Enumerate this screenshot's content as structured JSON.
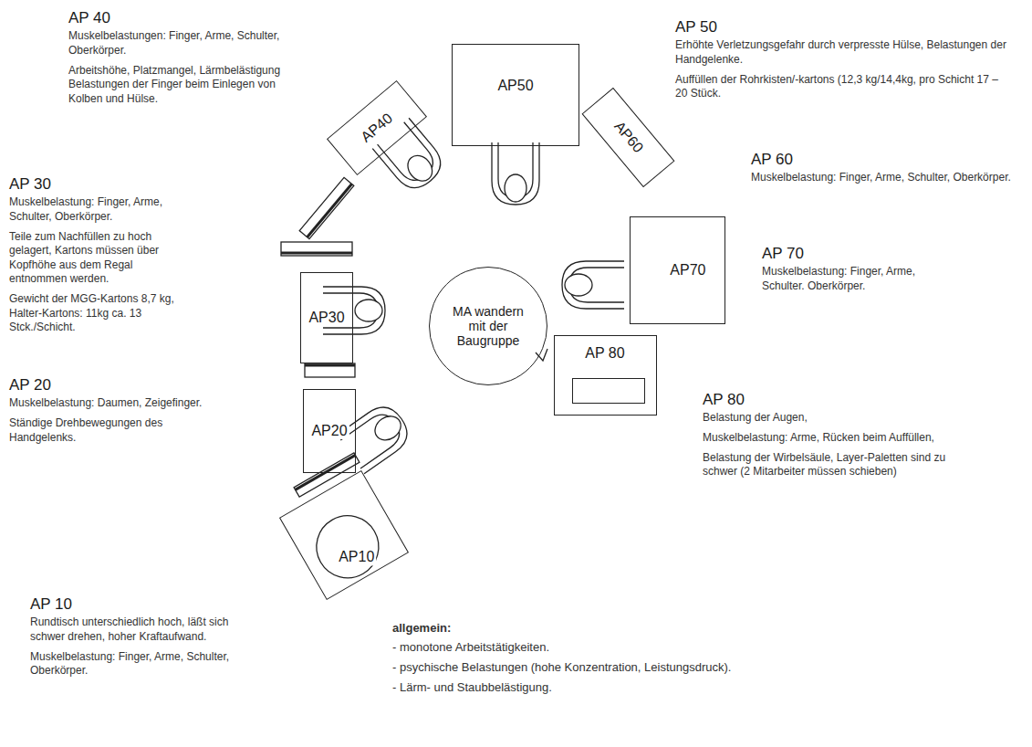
{
  "diagram": {
    "nodes": [
      {
        "text": [
          "AP40"
        ]
      },
      {
        "text": [
          "AP50"
        ]
      },
      {
        "text": [
          "AP60"
        ]
      },
      {
        "text": [
          "AP30"
        ]
      },
      {
        "text": [
          "MA wandern mit der Baugruppe"
        ]
      },
      {
        "text": [
          "AP70"
        ]
      },
      {
        "text": [
          "AP 80"
        ]
      },
      {
        "text": [
          "AP20"
        ]
      },
      {
        "text": [
          "AP10"
        ]
      }
    ],
    "labels": [
      "AP 40",
      "Muskelbelastungen: Finger, Arme, Schulter, Oberkörper.",
      "Arbeitshöhe, Platzmangel, Lärmbelästigung Belastungen der Finger beim Einlegen von Kolben und Hülse.",
      "AP 50",
      "Erhöhte Verletzungsgefahr durch verpresste Hülse, Belastungen der Handgelenke.",
      "Auffüllen der Rohrkisten/-kartons (12,3 kg/14,4kg, pro Schicht 17 – 20 Stück.",
      "AP 60",
      "Muskelbelastung: Finger, Arme, Schulter, Oberkörper.",
      "AP 70",
      "Muskelbelastung: Finger, Arme, Schulter. Oberkörper.",
      "AP 80",
      "Belastung der Augen,",
      "Muskelbelastung: Arme, Rücken beim Auffüllen,",
      "Belastung der Wirbelsäule, Layer-Paletten sind zu schwer (2 Mitarbeiter müssen schieben)",
      "AP 30",
      "Muskelbelastung: Finger, Arme, Schulter, Oberkörper.",
      "Teile zum Nachfüllen zu hoch gelagert, Kartons müssen über Kopfhöhe aus dem Regal entnommen werden.",
      "Gewicht der MGG-Kartons  8,7 kg, Halter-Kartons: 11kg ca. 13 Stck./Schicht.",
      "AP 20",
      "Muskelbelastung: Daumen, Zeigefinger.",
      "Ständige Drehbewegungen des Handgelenks.",
      "AP 10",
      "Rundtisch unterschiedlich hoch, läßt sich schwer drehen, hoher Kraftaufwand.",
      "Muskelbelastung: Finger, Arme, Schulter, Oberkörper.",
      "allgemein:",
      "- monotone Arbeitstätigkeiten.",
      "- psychische Belastungen (hohe Konzentration, Leistungsdruck).",
      "- Lärm- und Staubbelästigung."
    ]
  }
}
